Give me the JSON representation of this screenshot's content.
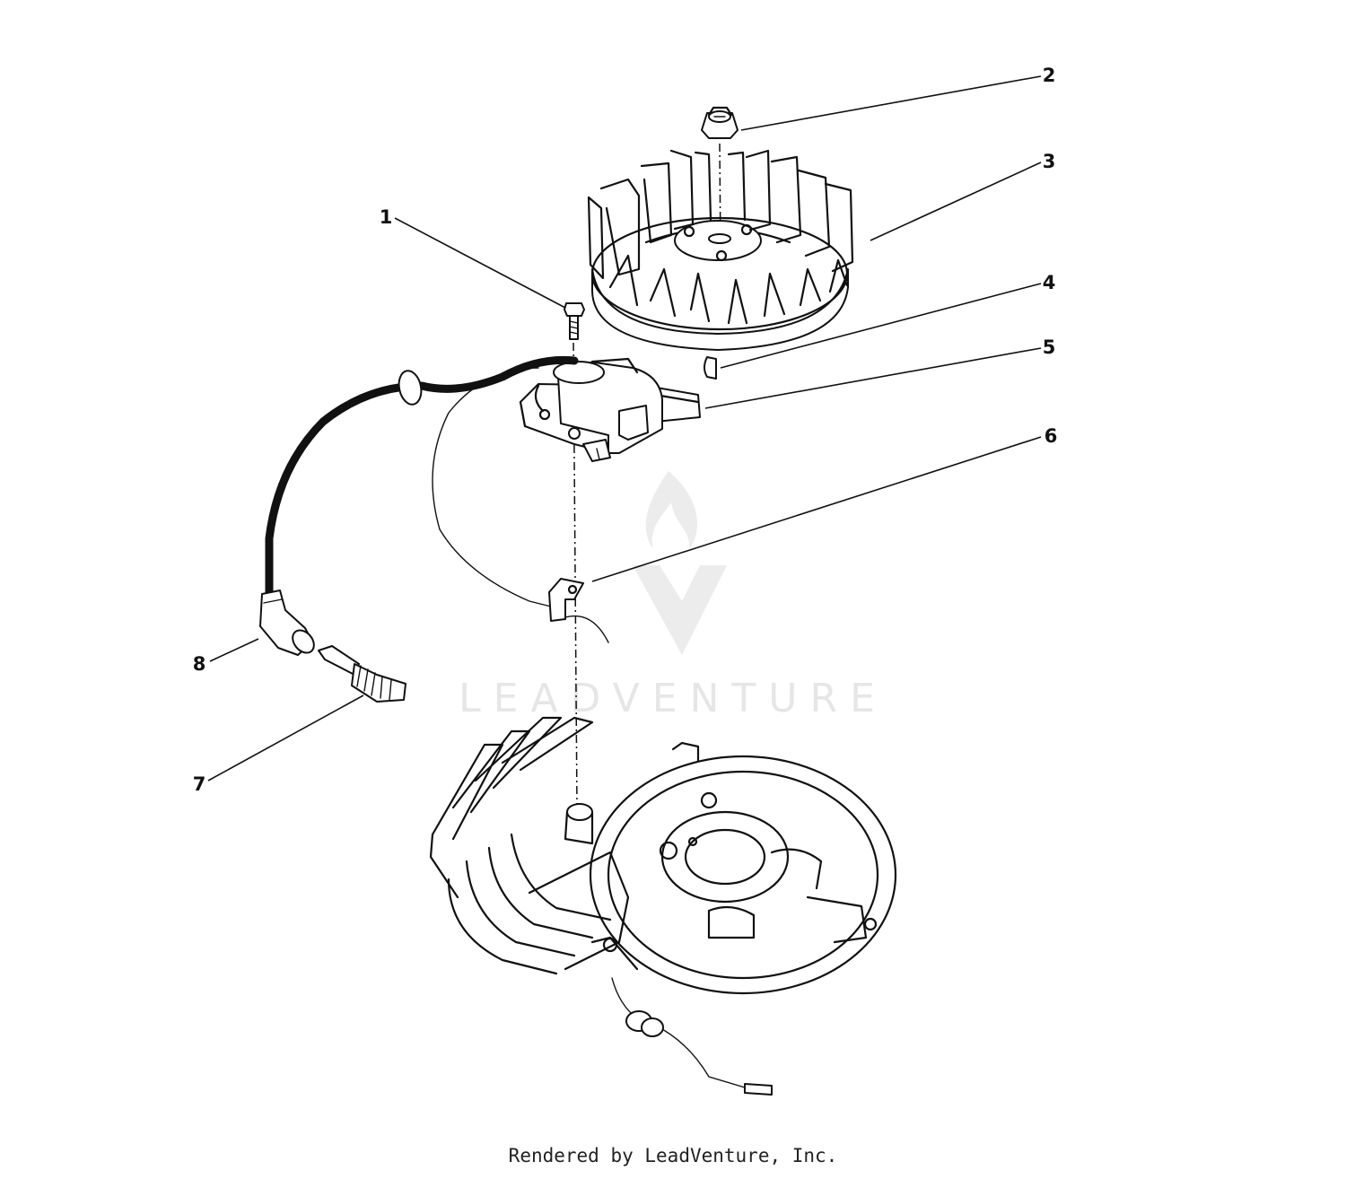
{
  "callouts": [
    {
      "number": "1",
      "part": "bolt"
    },
    {
      "number": "2",
      "part": "flywheel-nut"
    },
    {
      "number": "3",
      "part": "flywheel"
    },
    {
      "number": "4",
      "part": "flywheel-key"
    },
    {
      "number": "5",
      "part": "ignition-module"
    },
    {
      "number": "6",
      "part": "wire-clip"
    },
    {
      "number": "7",
      "part": "spark-plug"
    },
    {
      "number": "8",
      "part": "spark-plug-boot"
    }
  ],
  "watermark": {
    "text": "LEADVENTURE",
    "logo": "flame-v-logo"
  },
  "footer": {
    "credit": "Rendered by LeadVenture, Inc."
  }
}
